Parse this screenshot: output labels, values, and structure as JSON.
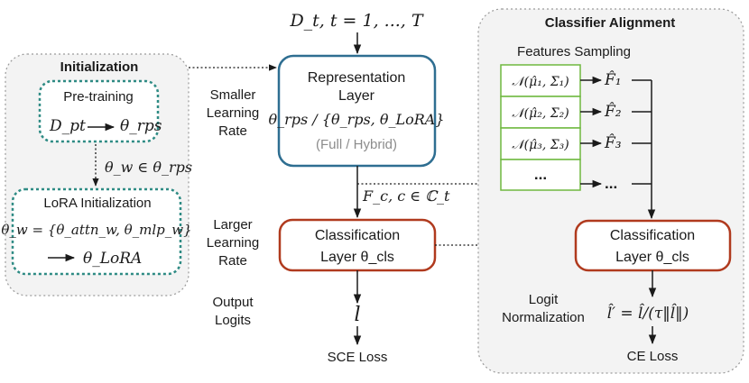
{
  "initialization": {
    "title": "Initialization",
    "pretraining": {
      "title": "Pre-training",
      "formula_from": "D_pt",
      "formula_to": "θ_rps"
    },
    "theta_w_label": "θ_w ∈ θ_rps",
    "lora": {
      "title": "LoRA Initialization",
      "line1": "θ_w = {θ_attn_w, θ_mlp_w}",
      "line2": "θ_LoRA"
    }
  },
  "input": {
    "label": "D_t, t = 1, ..., T"
  },
  "representation": {
    "line1": "Representation",
    "line2": "Layer",
    "formula": "θ_rps / {θ_rps, θ_LoRA}",
    "mode": "(Full / Hybrid)"
  },
  "smaller_lr": [
    "Smaller",
    "Learning",
    "Rate"
  ],
  "features_label": "F_c, c ∈ ℂ_t",
  "larger_lr": [
    "Larger",
    "Learning",
    "Rate"
  ],
  "classification": {
    "line1": "Classification",
    "line2": "Layer θ_cls"
  },
  "output_logits": [
    "Output",
    "Logits"
  ],
  "logit_symbol": "l",
  "sce_loss": "SCE Loss",
  "alignment": {
    "title": "Classifier Alignment",
    "sampling_title": "Features Sampling",
    "distributions": [
      "𝒩(μ̂₁, Σ₁)",
      "𝒩(μ̂₂, Σ₂)",
      "𝒩(μ̂₃, Σ₃)",
      "..."
    ],
    "features": [
      "F̂₁",
      "F̂₂",
      "F̂₃",
      "..."
    ],
    "classification": {
      "line1": "Classification",
      "line2": "Layer θ_cls"
    },
    "logit_norm": [
      "Logit",
      "Normalization"
    ],
    "norm_formula": "l̂′ = l̂/(τ‖l̂‖)",
    "ce_loss": "CE Loss"
  },
  "colors": {
    "teal": "#2e8b84",
    "blue": "#2e6e91",
    "red": "#b03a1e",
    "green": "#6fb83f",
    "region": "#9a9a9a"
  }
}
